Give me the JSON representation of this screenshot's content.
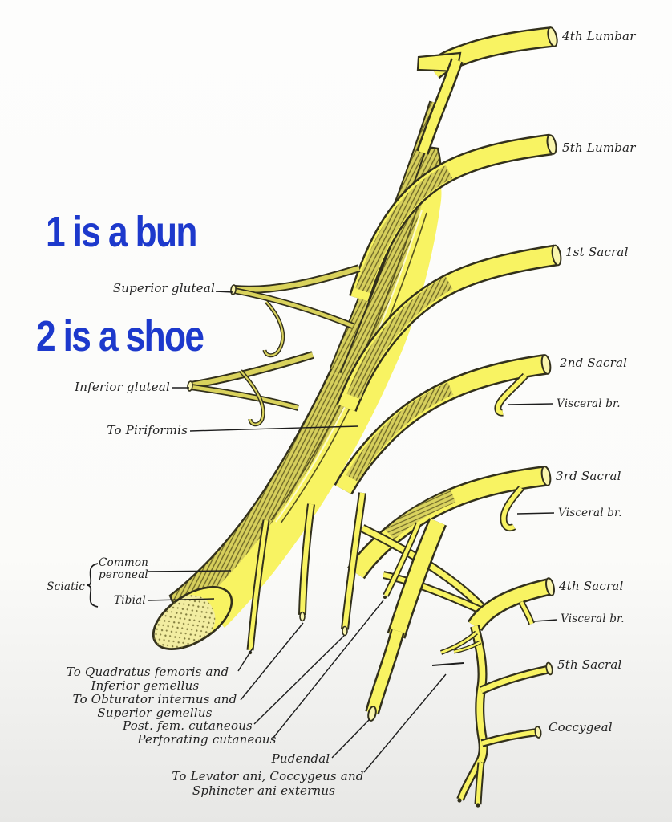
{
  "annotations": {
    "mnemonic1": "1 is a bun",
    "mnemonic2": "2 is a shoe"
  },
  "nerve_roots": {
    "fourth_lumbar": "4th Lumbar",
    "fifth_lumbar": "5th Lumbar",
    "first_sacral": "1st Sacral",
    "second_sacral": "2nd Sacral",
    "visceral_branch_s2": "Visceral br.",
    "third_sacral": "3rd Sacral",
    "visceral_branch_s3": "Visceral br.",
    "fourth_sacral": "4th Sacral",
    "visceral_branch_s4": "Visceral br.",
    "fifth_sacral": "5th Sacral",
    "coccygeal": "Coccygeal"
  },
  "branches": {
    "superior_gluteal": "Superior gluteal",
    "inferior_gluteal": "Inferior gluteal",
    "to_piriformis": "To Piriformis",
    "sciatic": "Sciatic",
    "common_peroneal_line1": "Common",
    "common_peroneal_line2": "peroneal",
    "tibial": "Tibial",
    "to_quadratus_line1": "To Quadratus femoris and",
    "to_quadratus_line2": "Inferior gemellus",
    "to_obturator_line1": "To Obturator internus and",
    "to_obturator_line2": "Superior gemellus",
    "post_fem_cutaneous": "Post. fem. cutaneous",
    "perforating_cutaneous": "Perforating cutaneous",
    "pudendal": "Pudendal",
    "to_levator_line1": "To Levator ani, Coccygeus and",
    "to_levator_line2": "Sphincter ani externus"
  },
  "colors": {
    "nerve_yellow": "#f8f362",
    "cap_pale_yellow": "#f9f5ad",
    "hatch_olive": "#6b6526",
    "hatch_base": "#d6cf5c",
    "outline_ink": "#32301c",
    "leader_ink": "#1d1d1d",
    "annotation_blue": "#1d39cc",
    "label_ink": "#232323"
  }
}
